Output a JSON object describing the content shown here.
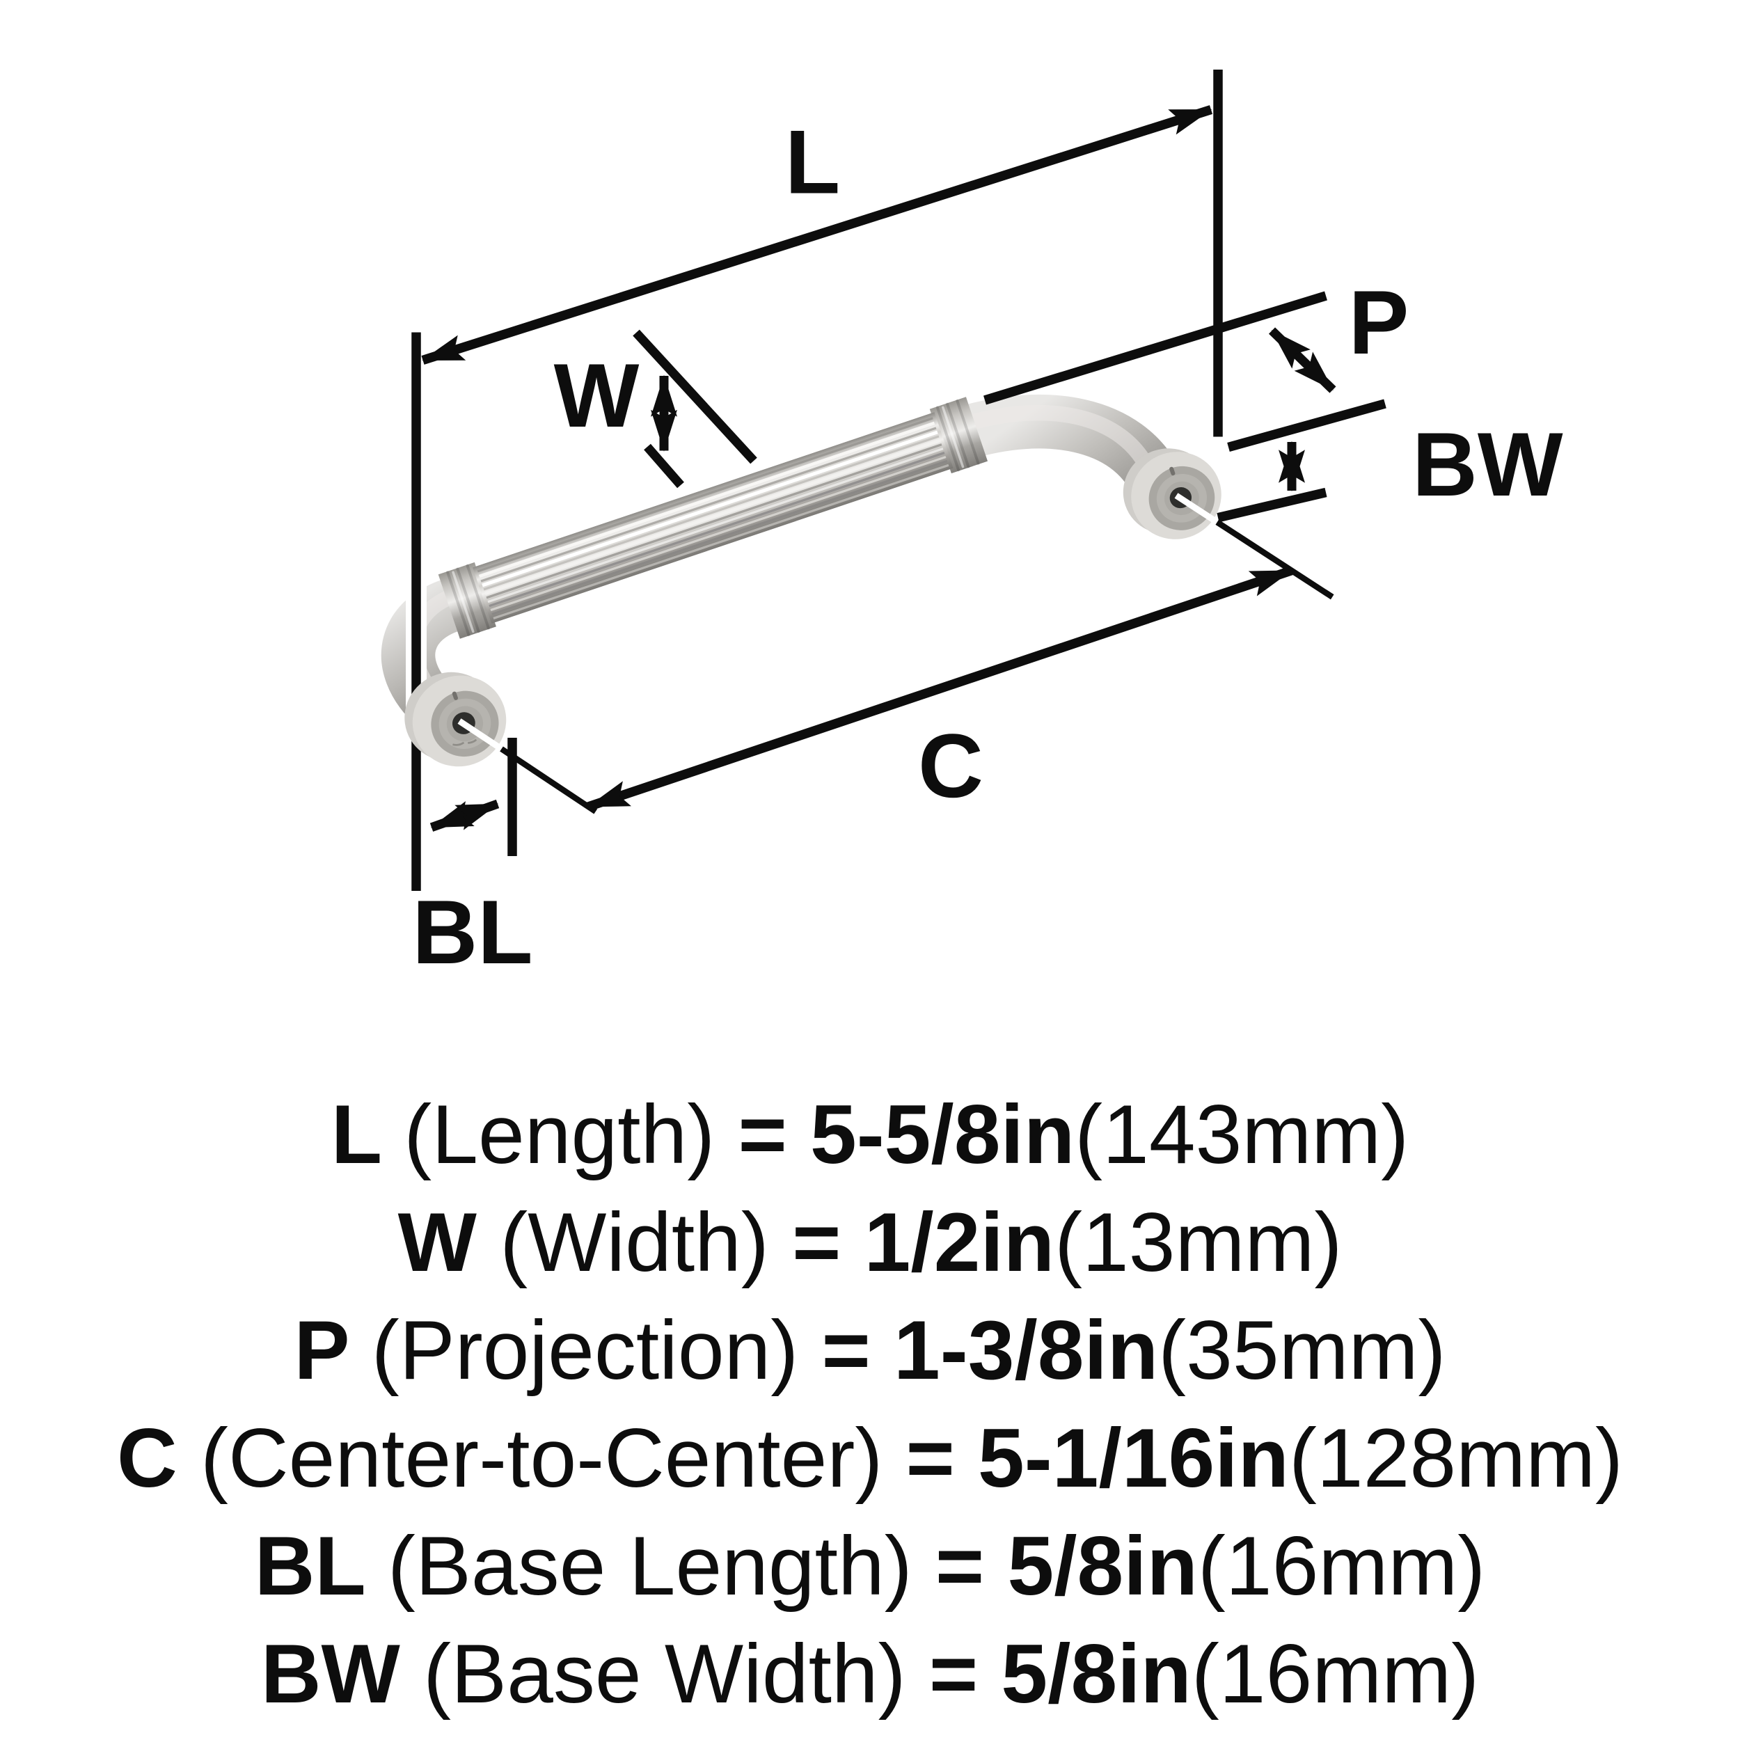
{
  "figure": {
    "background": "#ffffff",
    "line_color": "#0d0d0d",
    "metal_colors": {
      "highlight": "#f3f2f0",
      "light": "#d7d5d1",
      "mid": "#b5b3ae",
      "shadow": "#8a8884",
      "hole": "#2e2e2c"
    }
  },
  "dims": {
    "length": "L",
    "width": "W",
    "projection": "P",
    "base_width": "BW",
    "center_to_center": "C",
    "base_length": "BL"
  },
  "specs": [
    {
      "code": "L ",
      "name": "(Length) ",
      "value": "= 5-5/8in",
      "metric": "(143mm)"
    },
    {
      "code": "W ",
      "name": "(Width) ",
      "value": "= 1/2in",
      "metric": "(13mm)"
    },
    {
      "code": "P ",
      "name": "(Projection) ",
      "value": "= 1-3/8in",
      "metric": "(35mm)"
    },
    {
      "code": "C ",
      "name": "(Center-to-Center) ",
      "value": "= 5-1/16in",
      "metric": "(128mm)"
    },
    {
      "code": "BL ",
      "name": "(Base Length) ",
      "value": "= 5/8in",
      "metric": "(16mm)"
    },
    {
      "code": "BW ",
      "name": "(Base Width) ",
      "value": "= 5/8in",
      "metric": "(16mm)"
    }
  ]
}
